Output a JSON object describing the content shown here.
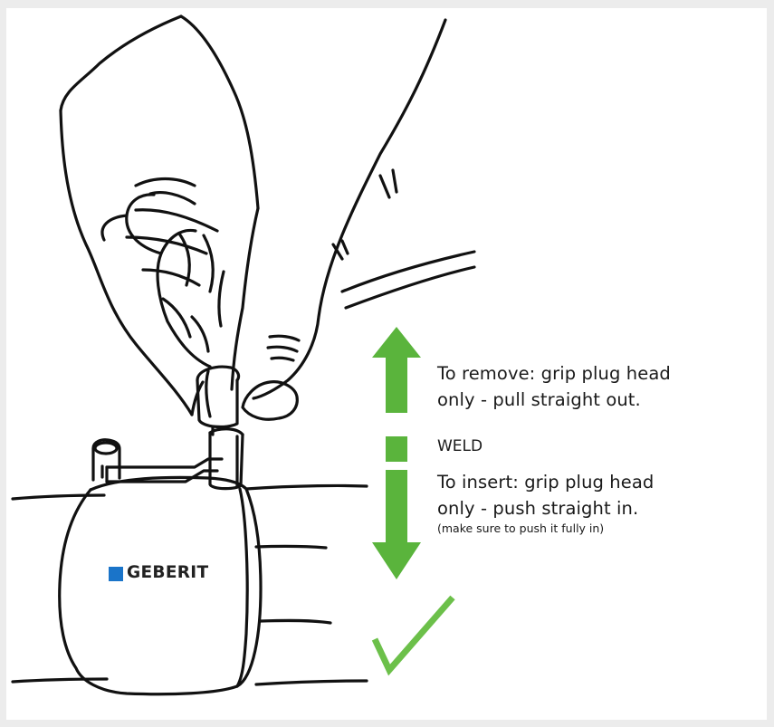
{
  "instructions": {
    "remove_line1": "To remove: grip plug head",
    "remove_line2": "only - pull straight out.",
    "weld_label": "WELD",
    "insert_line1": "To insert: grip plug head",
    "insert_line2": "only - push straight in.",
    "insert_note": "(make sure to push it fully in)"
  },
  "brand": {
    "name": "GEBERIT",
    "logo_color": "#1a74c9"
  },
  "colors": {
    "arrow": "#5ab43c",
    "checkmark": "#6cc04a",
    "line": "#111111",
    "background": "#ffffff",
    "border": "#ececec"
  },
  "icons": {
    "arrow": "double-headed-vertical-arrow",
    "check": "checkmark-icon"
  }
}
